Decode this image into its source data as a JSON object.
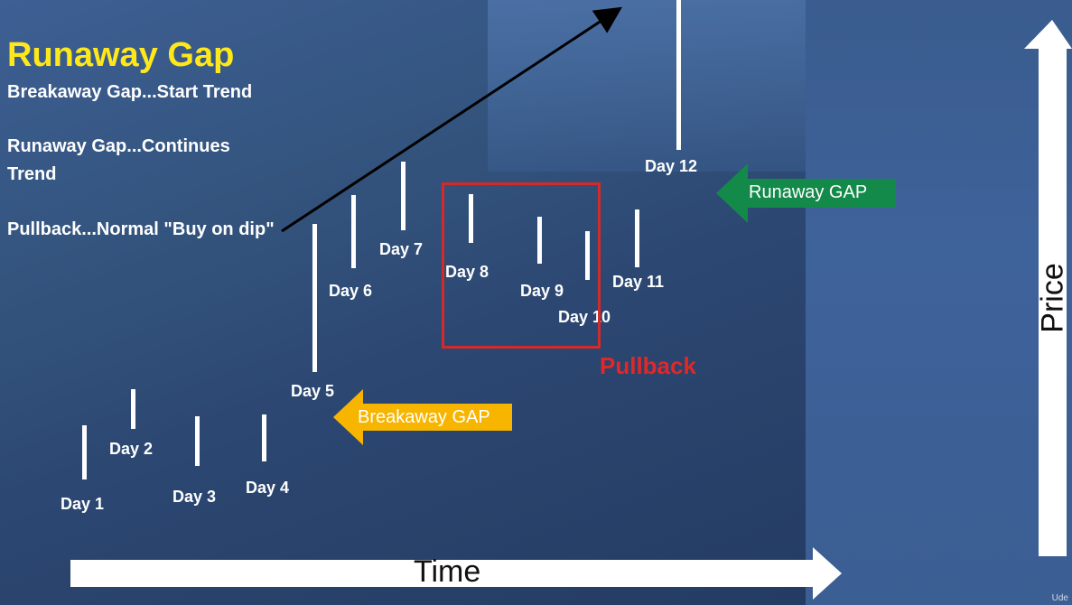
{
  "title": "Runaway Gap",
  "notes": [
    {
      "id": "breakaway",
      "text": "Breakaway Gap...Start Trend"
    },
    {
      "id": "runaway",
      "text": "Runaway Gap...Continues Trend"
    },
    {
      "id": "pullback",
      "text": "Pullback...Normal \"Buy on dip\""
    }
  ],
  "days": [
    {
      "label": "Day 1"
    },
    {
      "label": "Day 2"
    },
    {
      "label": "Day 3"
    },
    {
      "label": "Day 4"
    },
    {
      "label": "Day 5"
    },
    {
      "label": "Day 6"
    },
    {
      "label": "Day 7"
    },
    {
      "label": "Day  8"
    },
    {
      "label": "Day 9"
    },
    {
      "label": "Day 10"
    },
    {
      "label": "Day 11"
    },
    {
      "label": "Day 12"
    }
  ],
  "annotations": {
    "breakaway_gap": "Breakaway GAP",
    "runaway_gap": "Runaway GAP",
    "pullback": "Pullback"
  },
  "axes": {
    "x_label": "Time",
    "y_label": "Price"
  },
  "watermark": "Ude",
  "colors": {
    "title": "#ffe81a",
    "breakaway_arrow": "#f7b500",
    "runaway_arrow": "#138a4a",
    "pullback": "#e02828",
    "axis_arrows": "#ffffff",
    "trend_arrow": "#000000"
  }
}
